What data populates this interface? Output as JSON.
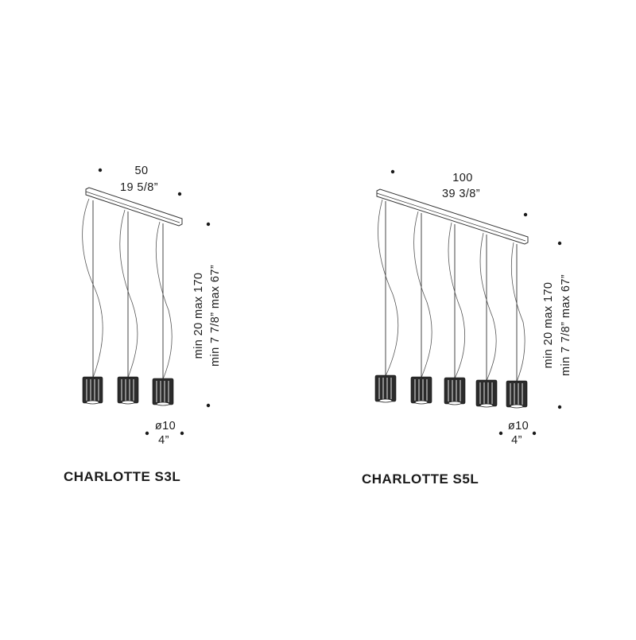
{
  "models": [
    {
      "name": "CHARLOTTE S3L",
      "width": {
        "cm": "50",
        "in": "19 5/8”"
      },
      "height": {
        "cm": "min 20  max 170",
        "in": "min 7 7/8”  max 67”"
      },
      "diameter": {
        "cm": "ø10",
        "in": "4”"
      }
    },
    {
      "name": "CHARLOTTE S5L",
      "width": {
        "cm": "100",
        "in": "39 3/8”"
      },
      "height": {
        "cm": "min 20  max 170",
        "in": "min 7 7/8”  max 67”"
      },
      "diameter": {
        "cm": "ø10",
        "in": "4”"
      }
    }
  ]
}
